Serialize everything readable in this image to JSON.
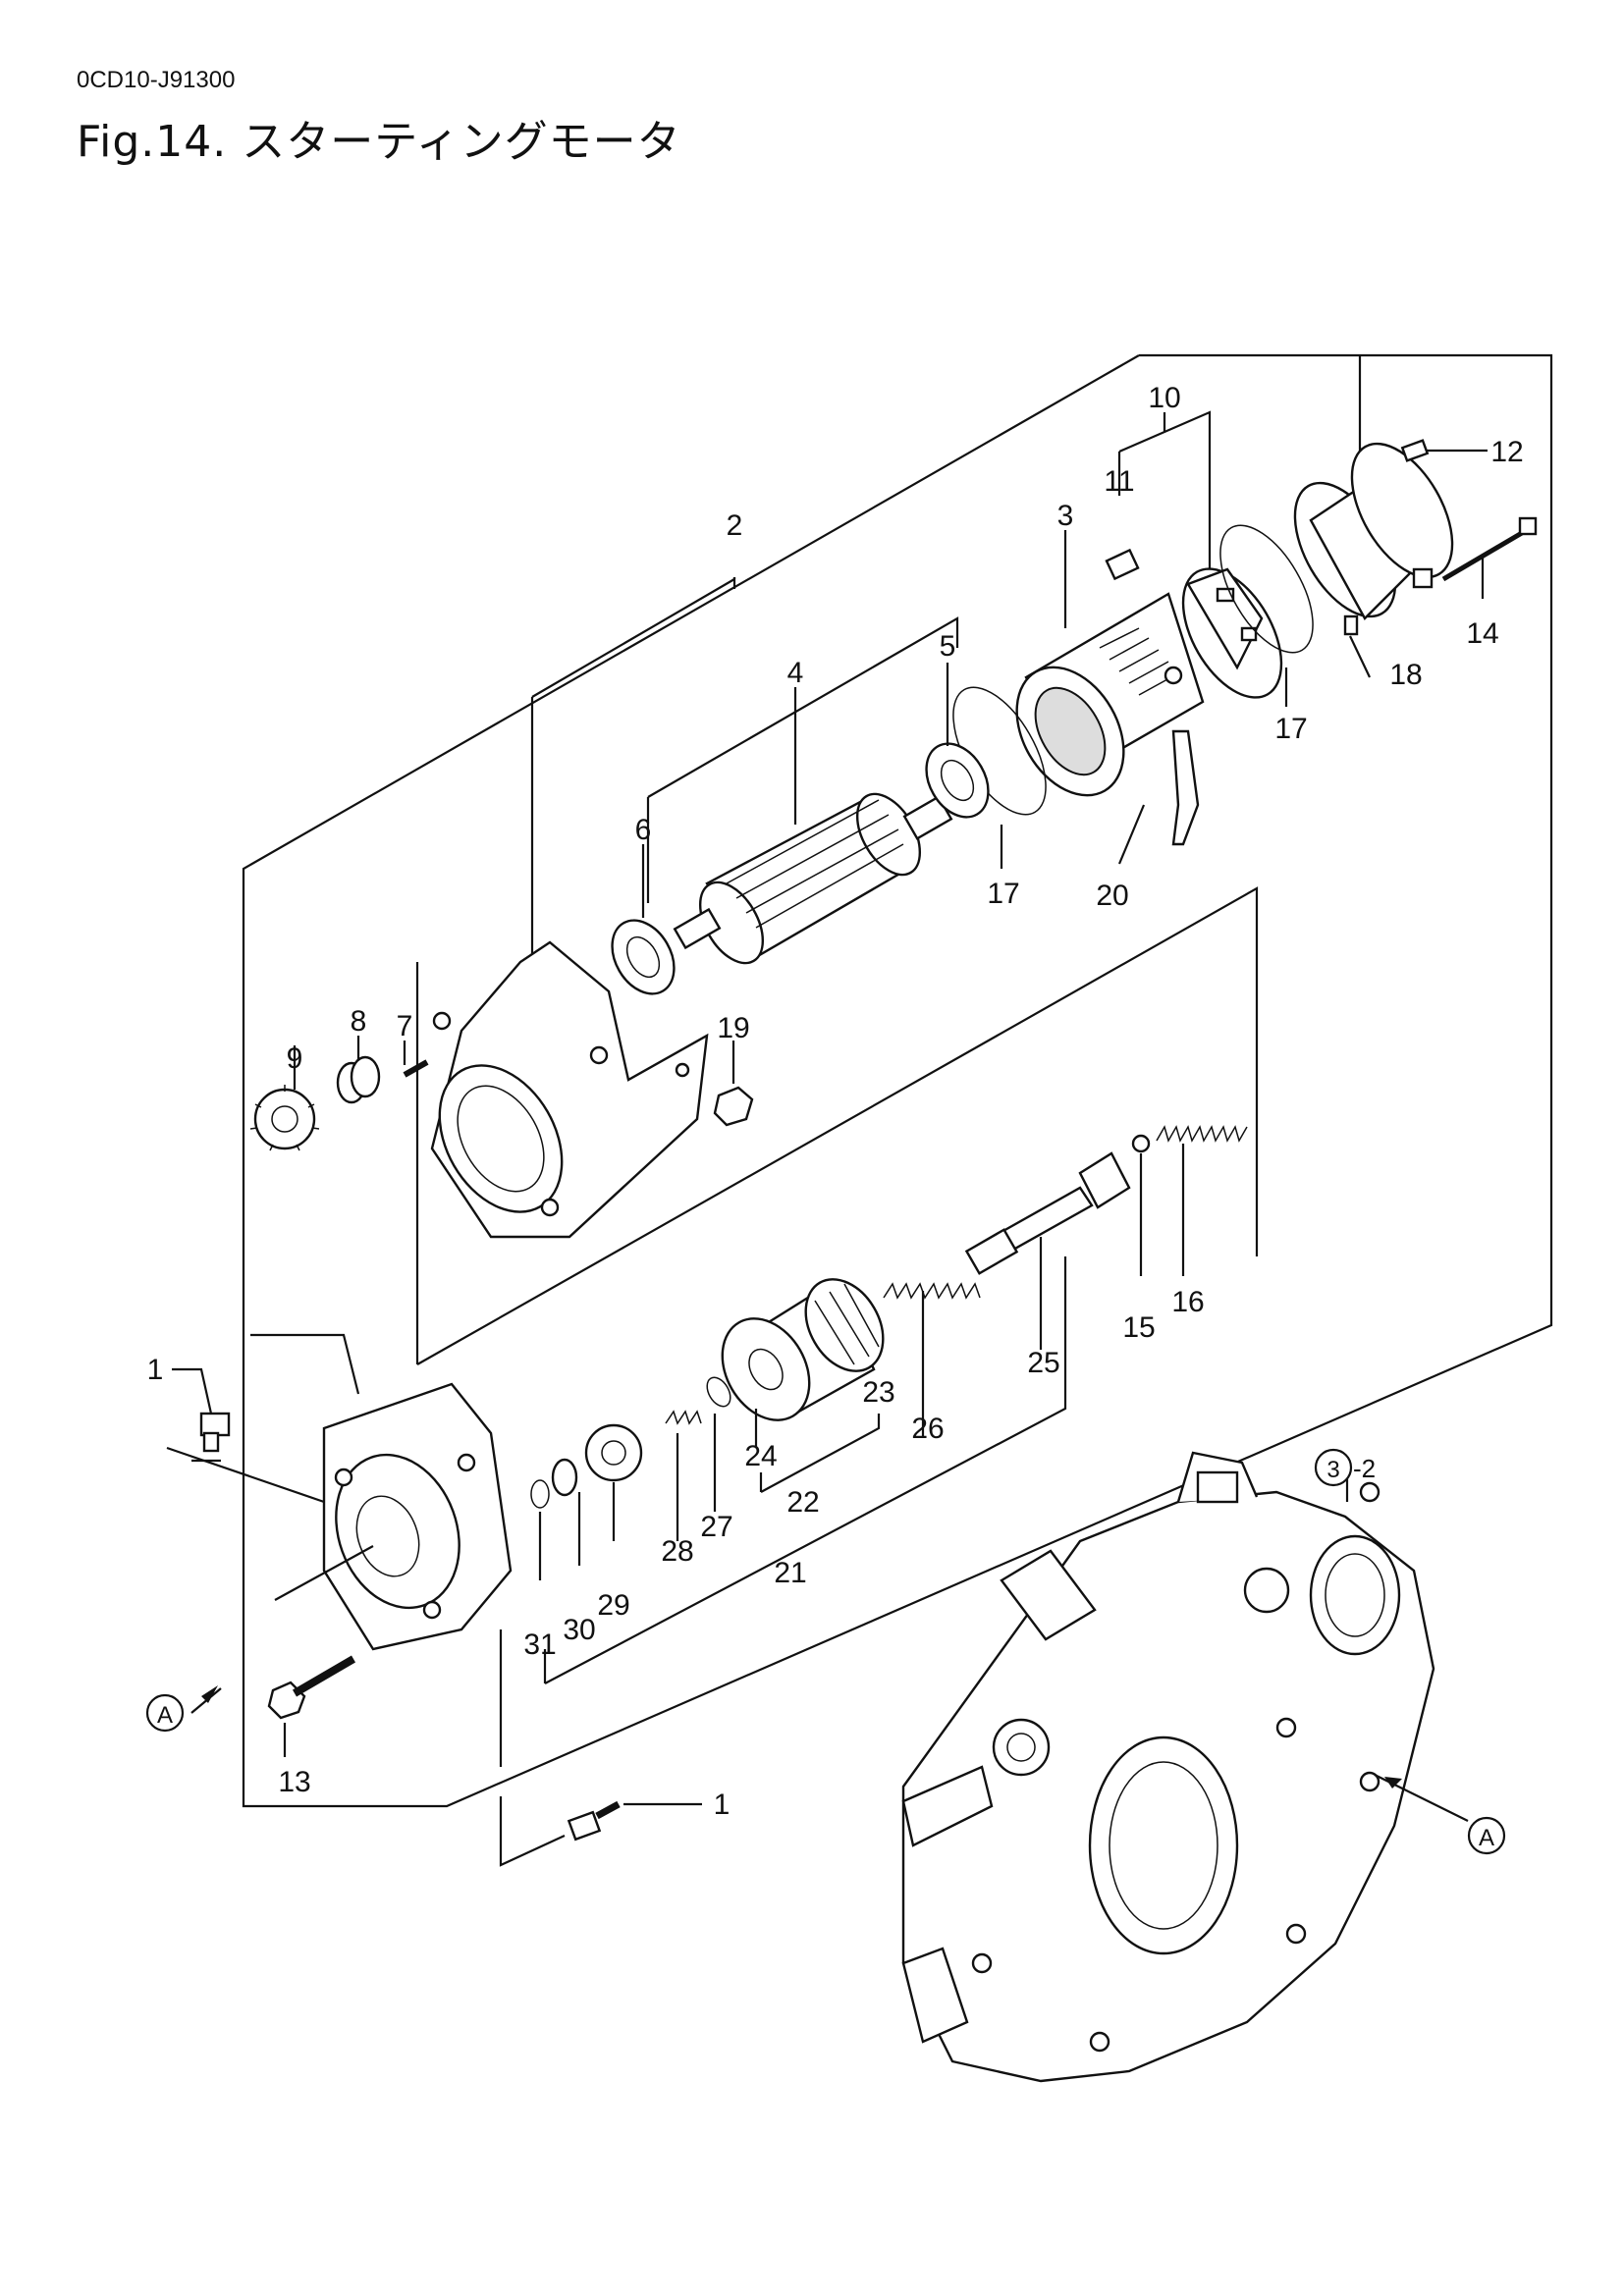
{
  "document": {
    "code": "0CD10-J91300",
    "figure_title": "Fig.14.  スターティングモータ"
  },
  "callouts": {
    "p1a": "1",
    "p1b": "1",
    "p2": "2",
    "p3": "3",
    "p4": "4",
    "p5": "5",
    "p6": "6",
    "p7": "7",
    "p8": "8",
    "p9": "9",
    "p10": "10",
    "p11": "11",
    "p12": "12",
    "p13": "13",
    "p14": "14",
    "p15": "15",
    "p16": "16",
    "p17a": "17",
    "p17b": "17",
    "p18": "18",
    "p19": "19",
    "p20": "20",
    "p21": "21",
    "p22": "22",
    "p23": "23",
    "p24": "24",
    "p25": "25",
    "p26": "26",
    "p27": "27",
    "p28": "28",
    "p29": "29",
    "p30": "30",
    "p31": "31"
  },
  "reference_markers": {
    "ref_a_left": "A",
    "ref_a_right": "A",
    "cross_ref_circle": "3",
    "cross_ref_suffix": "-2"
  }
}
